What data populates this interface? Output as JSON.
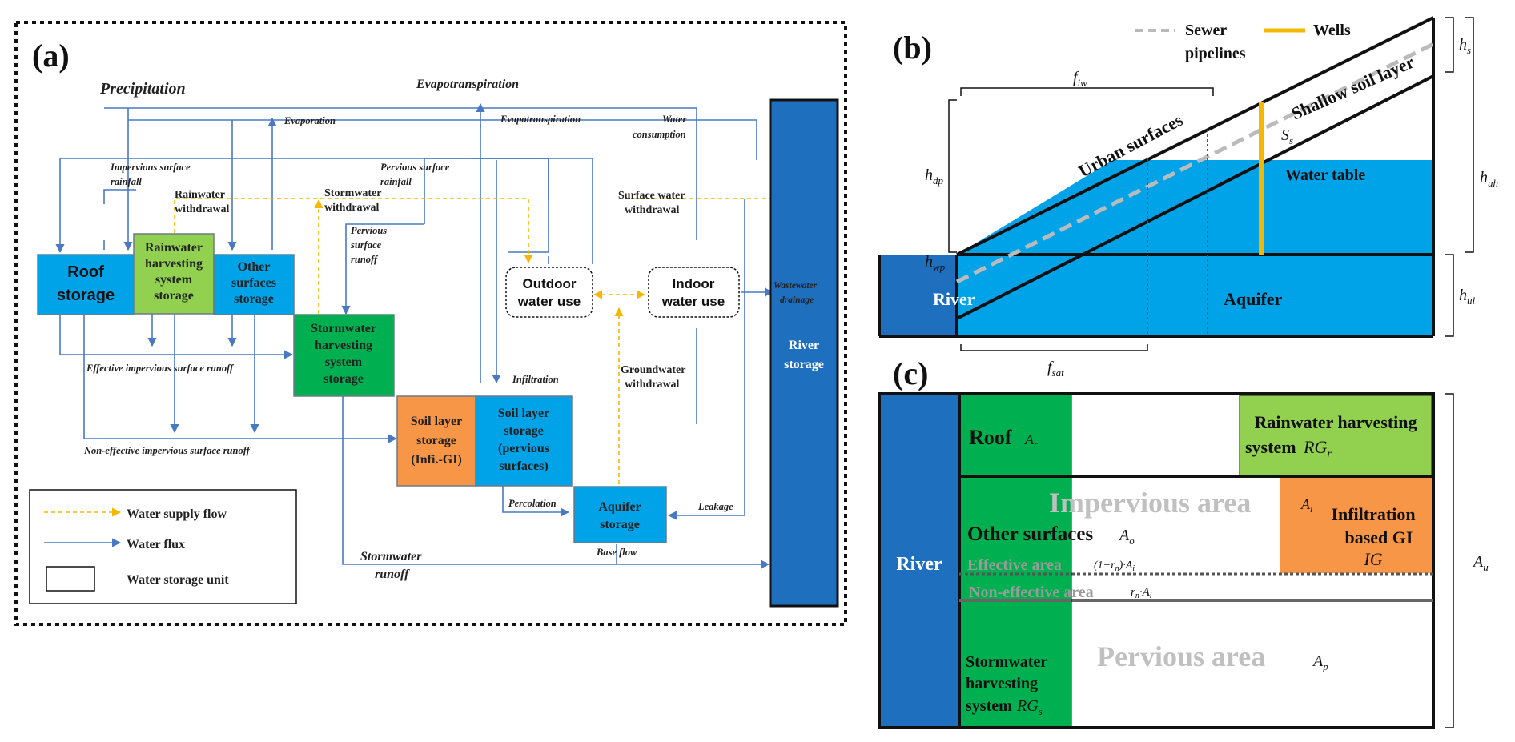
{
  "panel_a": {
    "label": "(a)",
    "precipitation": "Precipitation",
    "evapotranspiration": "Evapotranspiration",
    "evaporation": "Evaporation",
    "evapotranspiration_small": "Evapotranspiration",
    "water_consumption_1": "Water",
    "water_consumption_2": "consumption",
    "impervious_rainfall_1": "Impervious surface",
    "impervious_rainfall_2": "rainfall",
    "pervious_rainfall_1": "Pervious surface",
    "pervious_rainfall_2": "rainfall",
    "rainwater_withdrawal_1": "Rainwater",
    "rainwater_withdrawal_2": "withdrawal",
    "stormwater_withdrawal_1": "Stormwater",
    "stormwater_withdrawal_2": "withdrawal",
    "surface_withdrawal_1": "Surface water",
    "surface_withdrawal_2": "withdrawal",
    "pervious_runoff_1": "Pervious",
    "pervious_runoff_2": "surface",
    "pervious_runoff_3": "runoff",
    "infiltration": "Infiltration",
    "groundwater_withdrawal_1": "Groundwater",
    "groundwater_withdrawal_2": "withdrawal",
    "effective_runoff": "Effective impervious surface runoff",
    "non_effective_runoff": "Non-effective impervious surface runoff",
    "percolation": "Percolation",
    "leakage": "Leakage",
    "base_flow": "Base flow",
    "stormwater_runoff_1": "Stormwater",
    "stormwater_runoff_2": "runoff",
    "wastewater_1": "Wastewater",
    "wastewater_2": "drainage",
    "roof_1": "Roof",
    "roof_2": "storage",
    "rwh_1": "Rainwater",
    "rwh_2": "harvesting",
    "rwh_3": "system",
    "rwh_4": "storage",
    "other_1": "Other",
    "other_2": "surfaces",
    "other_3": "storage",
    "swh_1": "Stormwater",
    "swh_2": "harvesting",
    "swh_3": "system",
    "swh_4": "storage",
    "outdoor_1": "Outdoor",
    "outdoor_2": "water use",
    "indoor_1": "Indoor",
    "indoor_2": "water use",
    "river_1": "River",
    "river_2": "storage",
    "soilgi_1": "Soil layer",
    "soilgi_2": "storage",
    "soilgi_3": "(Infi.-GI)",
    "soilp_1": "Soil layer",
    "soilp_2": "storage",
    "soilp_3": "(pervious",
    "soilp_4": "surfaces)",
    "aquifer_1": "Aquifer",
    "aquifer_2": "storage",
    "legend": {
      "supply": "Water supply flow",
      "flux": "Water flux",
      "unit": "Water storage unit"
    },
    "colors": {
      "blue_box": "#00a2e8",
      "green_box": "#92d050",
      "dark_green": "#00b050",
      "orange": "#f79646",
      "river": "#1f6fbf",
      "flux": "#4a78c2",
      "supply": "#f5b800"
    }
  },
  "panel_b": {
    "label": "(b)",
    "legend_sewer_1": "Sewer",
    "legend_sewer_2": "pipelines",
    "legend_wells": "Wells",
    "urban_surfaces": "Urban surfaces",
    "shallow_soil": "Shallow soil layer",
    "water_table": "Water table",
    "river": "River",
    "aquifer": "Aquifer",
    "f_iw": "f",
    "f_iw_sub": "iw",
    "f_sat": "f",
    "f_sat_sub": "sat",
    "h_dp": "h",
    "h_dp_sub": "dp",
    "h_wp": "h",
    "h_wp_sub": "wp",
    "h_s": "h",
    "h_s_sub": "s",
    "h_uh": "h",
    "h_uh_sub": "uh",
    "h_ul": "h",
    "h_ul_sub": "ul",
    "S_s": "S",
    "S_s_sub": "s"
  },
  "panel_c": {
    "label": "(c)",
    "river": "River",
    "roof": "Roof",
    "roof_var": "A",
    "roof_var_sub": "r",
    "rwh_1": "Rainwater harvesting",
    "rwh_2": "system",
    "rwh_var": "RG",
    "rwh_var_sub": "r",
    "impervious": "Impervious area",
    "imp_var": "A",
    "imp_var_sub": "i",
    "infil_1": "Infiltration",
    "infil_2": "based GI",
    "infil_var": "IG",
    "other": "Other surfaces",
    "other_var": "A",
    "other_var_sub": "o",
    "effective": "Effective area",
    "effective_formula": "(1−r",
    "effective_formula_sub": "n",
    "effective_formula_end": ")·A",
    "effective_formula_end_sub": "i",
    "non_effective": "Non-effective area",
    "non_effective_formula": "r",
    "non_effective_formula_sub": "n",
    "non_effective_formula_end": "·A",
    "non_effective_formula_end_sub": "i",
    "pervious": "Pervious area",
    "perv_var": "A",
    "perv_var_sub": "p",
    "swh_1": "Stormwater",
    "swh_2": "harvesting",
    "swh_3": "system",
    "swh_var": "RG",
    "swh_var_sub": "s",
    "total_var": "A",
    "total_var_sub": "u"
  }
}
